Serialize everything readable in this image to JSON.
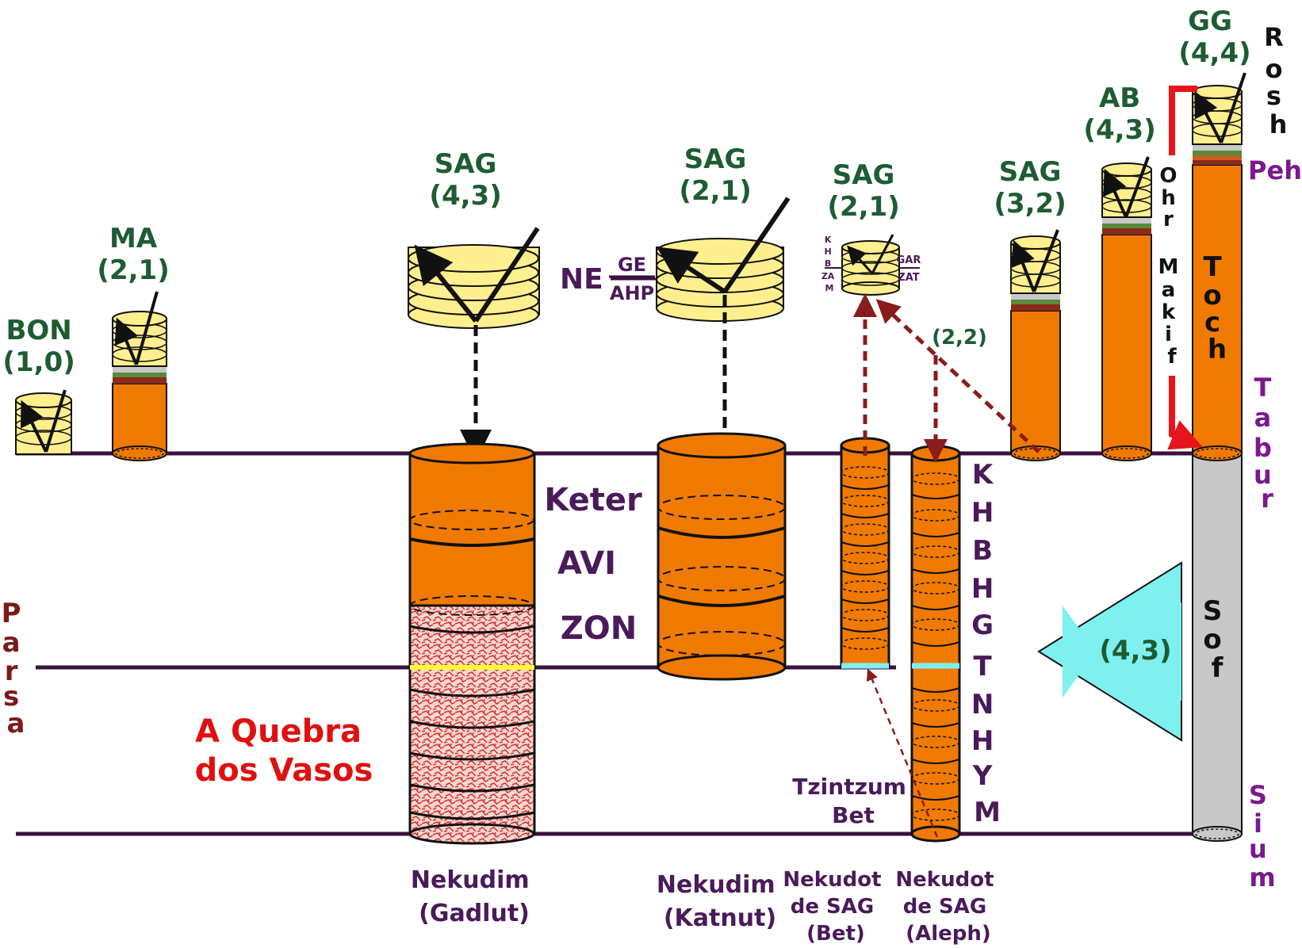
{
  "colors": {
    "line": "#3a1040",
    "vessel_orange": "#f07a00",
    "light_yellow": "#ffef8e",
    "sof_gray": "#c8c8c8",
    "cyan": "#7ff0f0",
    "broken_red": "#d23030",
    "or_makif_red": "#e8141c",
    "text_green": "#1e5c32",
    "text_purple": "#4a1a5a",
    "text_violet": "#7a1a8c",
    "text_red": "#e01010",
    "text_maroon": "#7a1a1a",
    "arrow_maroon": "#8a1c1c"
  },
  "left_labels": {
    "parsa": [
      "P",
      "a",
      "r",
      "s",
      "a"
    ]
  },
  "right_labels": {
    "rosh": [
      "R",
      "o",
      "s",
      "h"
    ],
    "peh": "Peh",
    "tabur": [
      "T",
      "a",
      "b",
      "u",
      "r"
    ],
    "sium": [
      "S",
      "i",
      "u",
      "m"
    ]
  },
  "partzufim": {
    "bon": {
      "name": "BON",
      "code": "(1,0)"
    },
    "ma": {
      "name": "MA",
      "code": "(2,1)"
    },
    "sag_gadlut": {
      "name": "SAG",
      "code": "(4,3)"
    },
    "sag_katnut": {
      "name": "SAG",
      "code": "(2,1)"
    },
    "sag_nekudot": {
      "name": "SAG",
      "code": "(2,1)"
    },
    "sag_32": {
      "name": "SAG",
      "code": "(3,2)"
    },
    "ab": {
      "name": "AB",
      "code": "(4,3)"
    },
    "gg": {
      "name": "GG",
      "code": "(4,4)"
    }
  },
  "ne_label": {
    "ne": "NE",
    "top": "GE",
    "bottom": "AHP"
  },
  "small_sag_letters": {
    "left": [
      "K",
      "H",
      "B",
      "ZA",
      "M"
    ],
    "right_top": "GAR",
    "right_bottom": "ZAT"
  },
  "code_22": "(2,2)",
  "levels": [
    "Keter",
    "AVI",
    "ZON"
  ],
  "sefirot": [
    "K",
    "H",
    "B",
    "H",
    "G",
    "T",
    "N",
    "H",
    "Y",
    "M"
  ],
  "breaking": [
    "A Quebra",
    "dos Vasos"
  ],
  "tzimtzum": [
    "Tzintzum",
    "Bet"
  ],
  "or_makif": [
    [
      "O",
      "h",
      "r"
    ],
    [
      "M",
      "a",
      "k",
      "i",
      "f"
    ]
  ],
  "toch": [
    "T",
    "o",
    "c",
    "h"
  ],
  "sof": [
    "S",
    "o",
    "f"
  ],
  "cyan_arrow_code": "(4,3)",
  "bottom_labels": {
    "gadlut": [
      "Nekudim",
      "(Gadlut)"
    ],
    "katnut": [
      "Nekudim",
      "(Katnut)"
    ],
    "bet": [
      "Nekudot",
      "de SAG",
      "(Bet)"
    ],
    "aleph": [
      "Nekudot",
      "de SAG",
      "(Aleph)"
    ]
  }
}
